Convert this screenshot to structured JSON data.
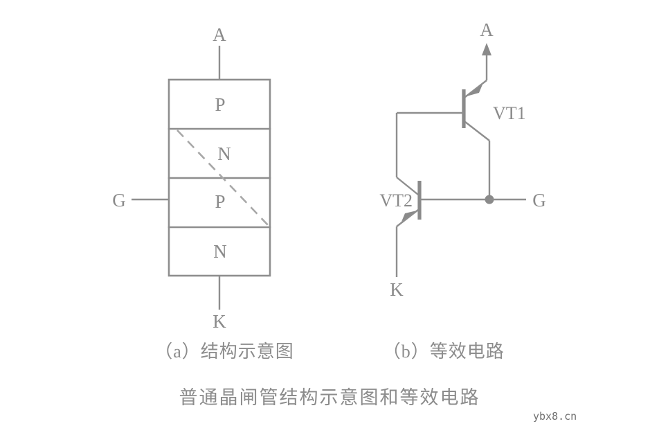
{
  "figure": {
    "title": "普通晶闸管结构示意图和等效电路",
    "watermark": "ybx8.cn",
    "captions": [
      {
        "id": "a",
        "text": "（a）结构示意图"
      },
      {
        "id": "b",
        "text": "（b）等效电路"
      }
    ]
  },
  "structure_diagram": {
    "name": "结构示意图",
    "terminals": {
      "anode": "A",
      "gate": "G",
      "cathode": "K"
    },
    "layers": [
      {
        "index": 1,
        "label": "P"
      },
      {
        "index": 2,
        "label": "N"
      },
      {
        "index": 3,
        "label": "P"
      },
      {
        "index": 4,
        "label": "N"
      }
    ],
    "dashed_diagonal": true
  },
  "equivalent_circuit": {
    "name": "等效电路",
    "terminals": {
      "anode": "A",
      "gate": "G",
      "cathode": "K"
    },
    "transistors": [
      {
        "ref": "VT1",
        "type": "PNP"
      },
      {
        "ref": "VT2",
        "type": "NPN"
      }
    ],
    "junction_dot": true
  },
  "colors": {
    "line": "#8e8e8e",
    "text": "#8c8c8c",
    "background": "#ffffff",
    "watermark": "#6f6f6f"
  }
}
